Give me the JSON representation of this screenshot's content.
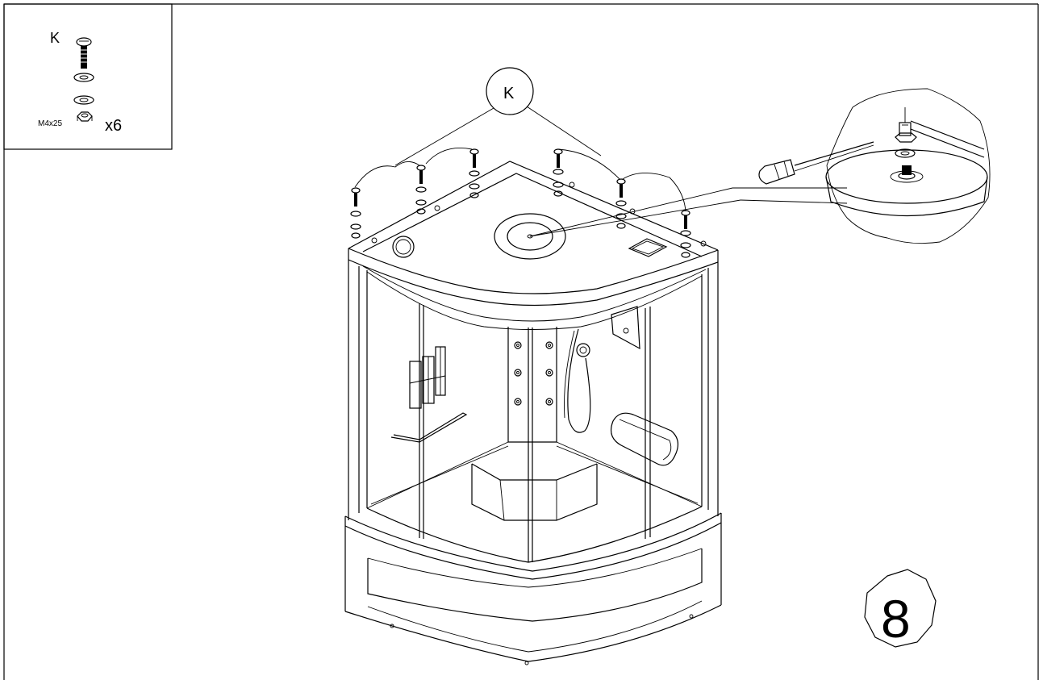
{
  "parts_box": {
    "part_letter": "K",
    "bolt_size": "M4x25",
    "quantity": "x6"
  },
  "callout": {
    "letter": "K"
  },
  "step": {
    "number": "8"
  }
}
